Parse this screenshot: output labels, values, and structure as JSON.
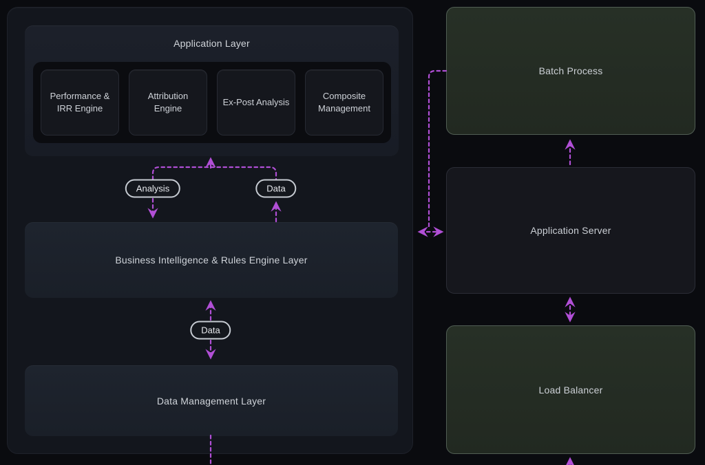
{
  "diagram": {
    "left_panel": {
      "application_layer": {
        "title": "Application Layer",
        "modules": [
          {
            "label": "Performance & IRR Engine"
          },
          {
            "label": "Attribution Engine"
          },
          {
            "label": "Ex-Post Analysis"
          },
          {
            "label": "Composite Management"
          }
        ]
      },
      "pills": {
        "analysis": "Analysis",
        "data_top": "Data",
        "data_bottom": "Data"
      },
      "bi_layer_label": "Business Intelligence & Rules Engine Layer",
      "data_management_label": "Data Management Layer"
    },
    "right_column": {
      "batch_process_label": "Batch Process",
      "application_server_label": "Application Server",
      "load_balancer_label": "Load Balancer"
    },
    "colors": {
      "accent_arrow": "#b14fd6",
      "pill_border": "#c7ccd3",
      "panel_background": "#13161d",
      "layer_box_background": "#1c2129",
      "green_box_background": "#242b23",
      "dark_box_background": "#16171d",
      "page_background": "#0a0b0f",
      "text": "#ced2d8"
    }
  }
}
